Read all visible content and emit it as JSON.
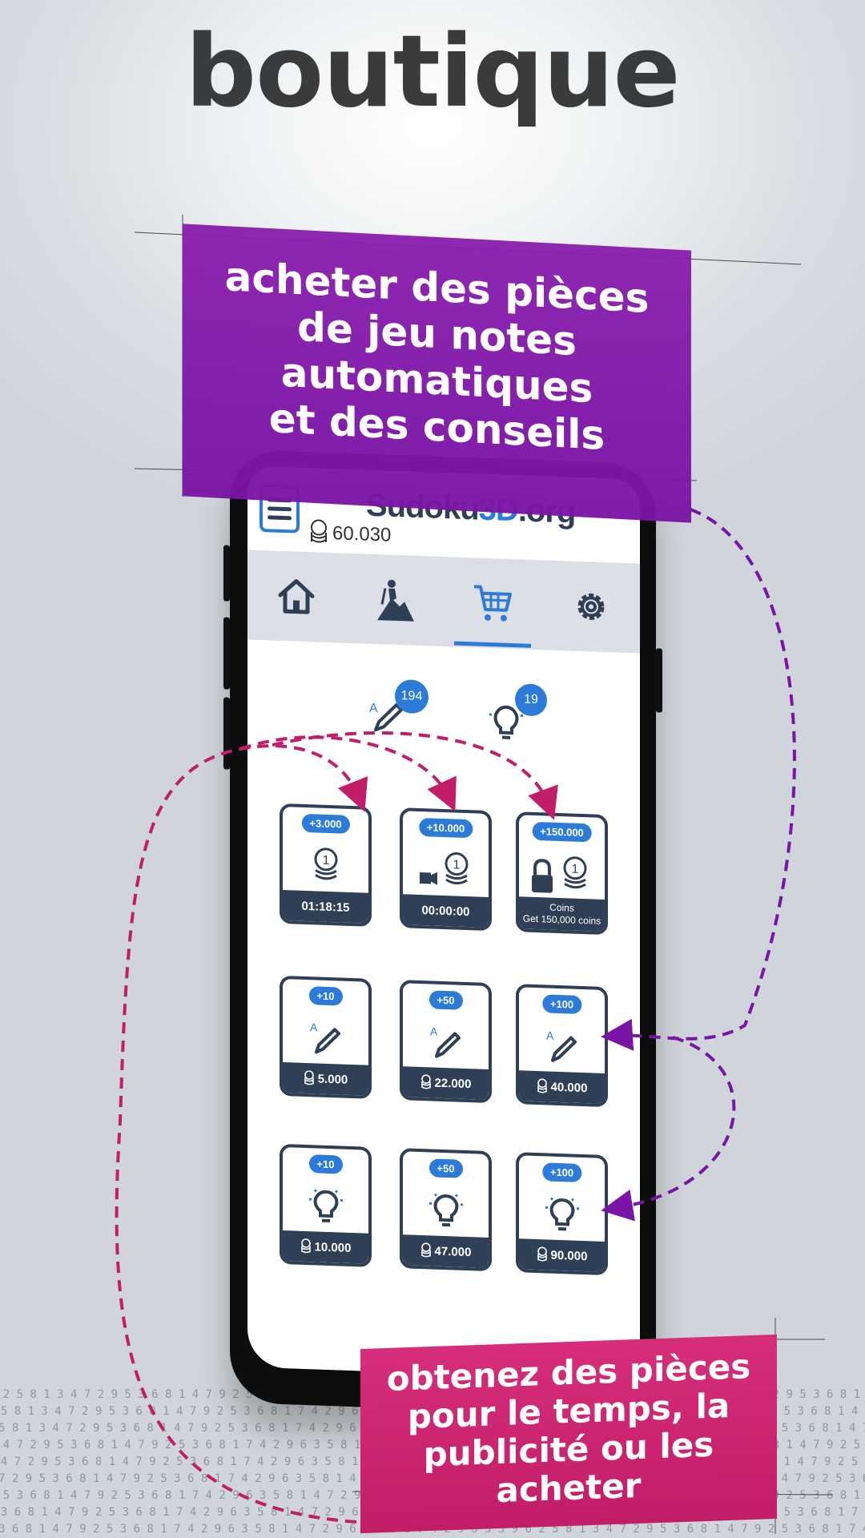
{
  "headline": "boutique",
  "banner_top": {
    "lines": [
      "acheter des pièces",
      "de jeu notes",
      "automatiques",
      "et des conseils"
    ],
    "color": "#7a14a6"
  },
  "banner_bottom": {
    "lines": [
      "obtenez des pièces",
      "pour le temps, la",
      "publicité ou les acheter"
    ],
    "color": "#c21d68"
  },
  "app": {
    "logo_prefix": "Sudoku",
    "logo_highlight": "3D",
    "logo_suffix": ".org",
    "coins": "60.030",
    "accent": "#2d7bd8",
    "dark": "#2f3f55",
    "nav": [
      {
        "icon": "home-icon"
      },
      {
        "icon": "climber-icon"
      },
      {
        "icon": "cart-icon",
        "active": true
      },
      {
        "icon": "gear-icon"
      }
    ],
    "inventory": {
      "notes_count": "194",
      "hints_count": "19"
    },
    "shop": [
      {
        "plus": "+3.000",
        "footer": "01:18:15",
        "icon": "coin-icon"
      },
      {
        "plus": "+10.000",
        "footer": "00:00:00",
        "icon": "video-coin-icon"
      },
      {
        "plus": "+150.000",
        "footer_line1": "Coins",
        "footer_line2": "Get 150,000 coins",
        "icon": "lock-coin-icon"
      },
      {
        "plus": "+10",
        "price": "5.000",
        "icon": "pencil-icon"
      },
      {
        "plus": "+50",
        "price": "22.000",
        "icon": "pencil-icon"
      },
      {
        "plus": "+100",
        "price": "40.000",
        "icon": "pencil-icon"
      },
      {
        "plus": "+10",
        "price": "10.000",
        "icon": "bulb-icon"
      },
      {
        "plus": "+50",
        "price": "47.000",
        "icon": "bulb-icon"
      },
      {
        "plus": "+100",
        "price": "90.000",
        "icon": "bulb-icon"
      }
    ]
  }
}
